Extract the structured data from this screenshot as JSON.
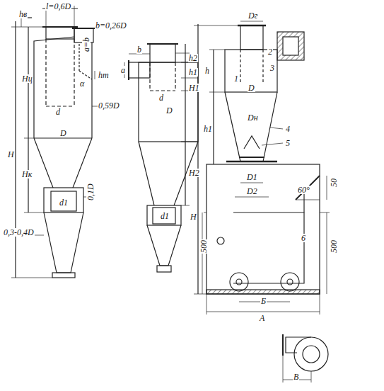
{
  "diagram": {
    "labels": [
      "l=0,6D",
      "b=0,26D",
      "hв",
      "a=b",
      "α",
      "hт",
      "Hц",
      "H",
      "Hк",
      "d",
      "0,59D",
      "D",
      "0,1D",
      "0,3-0,4D",
      "d1",
      "b",
      "a",
      "h2",
      "h1",
      "d",
      "H1",
      "D",
      "H2",
      "d1",
      "Dг",
      "h",
      "2",
      "3",
      "1",
      "D",
      "h1",
      "Dн",
      "4",
      "5",
      "D1",
      "D2",
      "60°",
      "50",
      "500",
      "500",
      "H",
      "6",
      "Б",
      "A",
      "В"
    ]
  }
}
